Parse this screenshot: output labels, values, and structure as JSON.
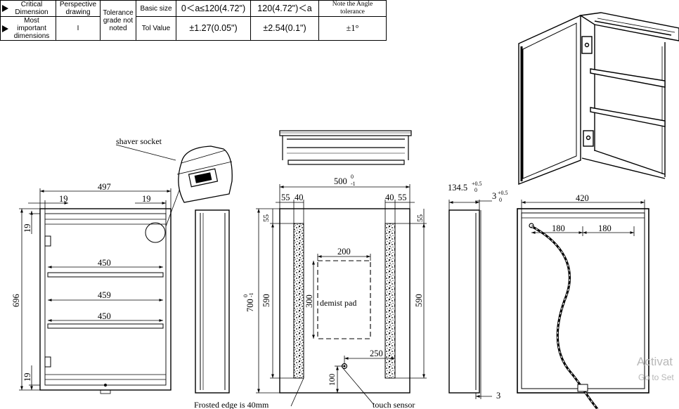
{
  "table": {
    "row1": {
      "head": "Critical Dimension",
      "perspective": "Perspective drawing",
      "tolerance": "Tolerance grade not noted",
      "basic": "Basic size",
      "range1": "0＜a≤120(4.72\")",
      "range2": "120(4.72\")＜a",
      "angle_note": "Note the Angle tolerance"
    },
    "row2": {
      "head": "Most important dimensions",
      "perspective": "I",
      "tol": "Tol Value",
      "val1": "±1.27(0.05\")",
      "val2": "±2.54(0.1\")",
      "angle": "±1°"
    }
  },
  "labels": {
    "shaver_socket": "shaver socket",
    "frosted_edge": "Frosted edge is 40mm",
    "touch_sensor": "touch sensor",
    "demist_pad": "demist pad"
  },
  "dims": {
    "w497": "497",
    "s19a": "19",
    "s19b": "19",
    "h696": "696",
    "v19a": "19",
    "v19b": "19",
    "shelf450a": "450",
    "shelf459": "459",
    "shelf450b": "450",
    "w500": "500",
    "w500_tol_up": "0",
    "w500_tol_dn": "-1",
    "h700": "700",
    "h700_tol_up": "0",
    "h700_tol_dn": "-1",
    "d55a": "55",
    "d40a": "40",
    "d40b": "40",
    "d55b": "55",
    "v55a": "55",
    "v55b": "55",
    "h590a": "590",
    "h590b": "590",
    "pad200": "200",
    "pad300": "300",
    "d250": "250",
    "d100": "100",
    "depth134": "134.5",
    "depth_tol_up": "+0.5",
    "depth_tol_dn": "0",
    "d3a": "3",
    "d3a_tol_up": "+0.5",
    "d3a_tol_dn": "0",
    "d3b": "3",
    "back420": "420",
    "back180a": "180",
    "back180b": "180"
  },
  "watermark": {
    "line1": "Activat",
    "line2": "Go to Set"
  }
}
